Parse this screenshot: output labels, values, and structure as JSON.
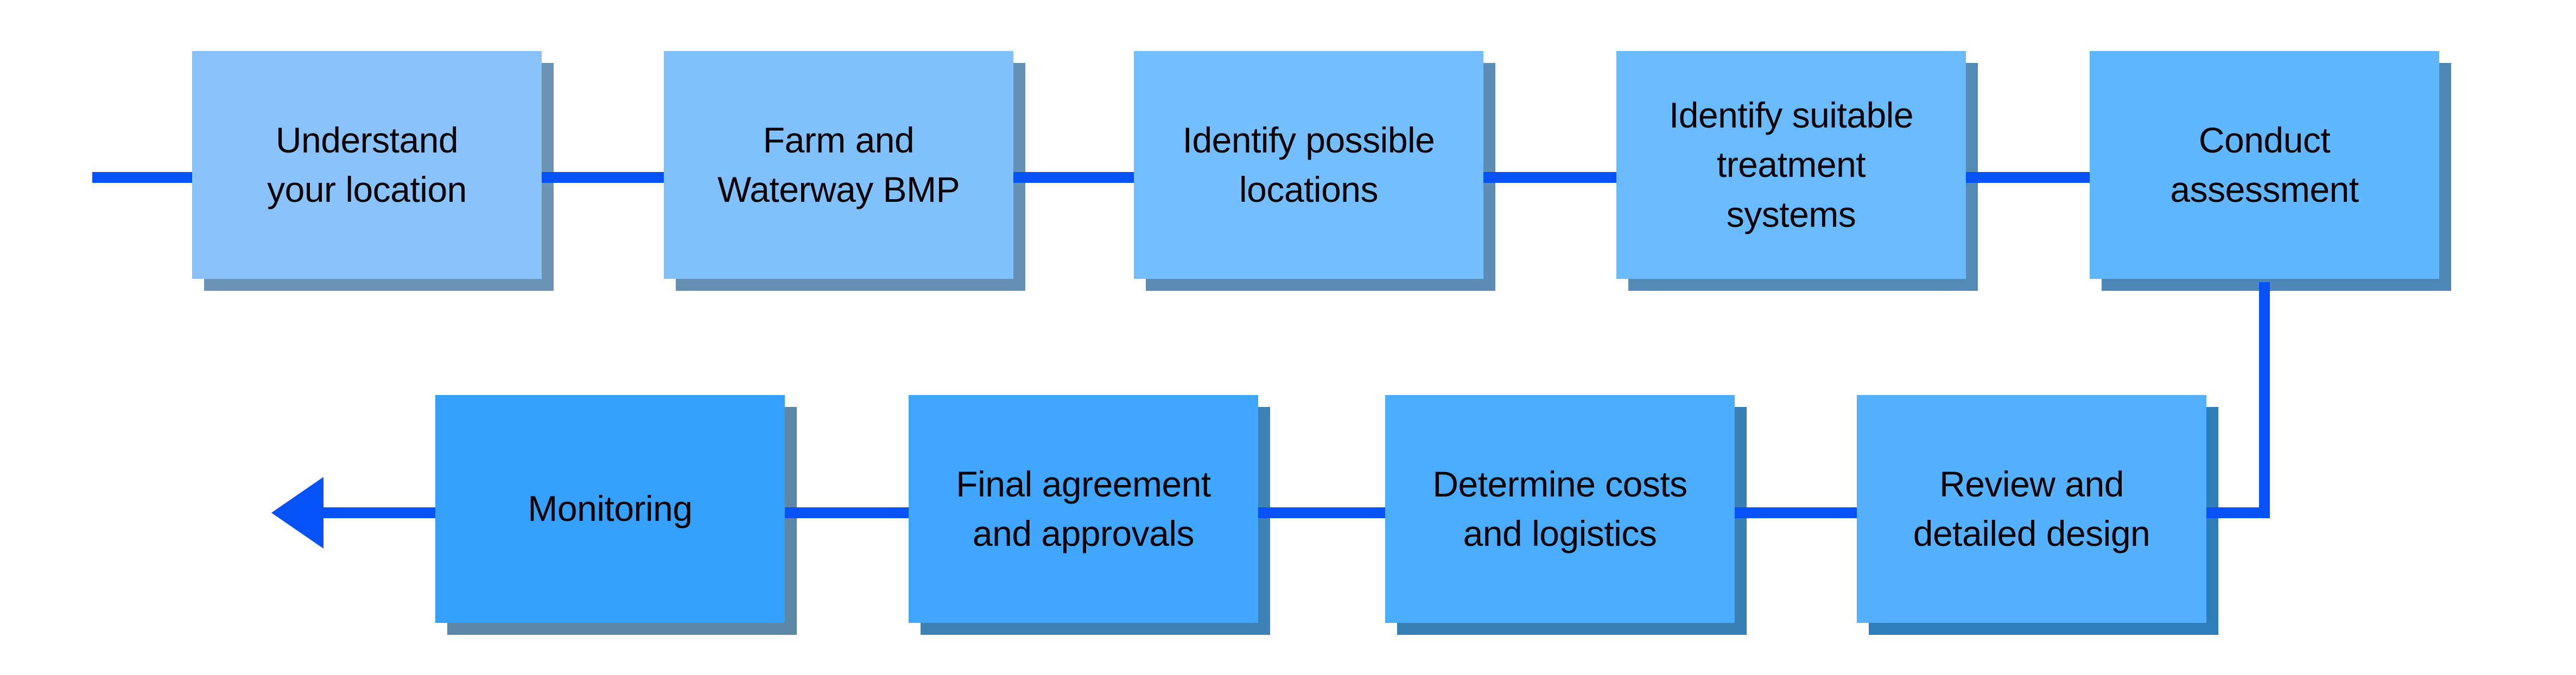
{
  "diagram": {
    "background": "#ffffff",
    "connector_color": "#0652f8",
    "text_color": "#000000",
    "end_arrow": "left-arrow"
  },
  "steps": [
    {
      "id": "understand-your-location",
      "label": "Understand\nyour location",
      "fill": "#8ac2fc",
      "shadow": "#6a93b6"
    },
    {
      "id": "farm-and-waterway-bmp",
      "label": "Farm and\nWaterway BMP",
      "fill": "#80c0fd",
      "shadow": "#6590b3"
    },
    {
      "id": "identify-possible-locations",
      "label": "Identify possible\nlocations",
      "fill": "#74bdfe",
      "shadow": "#5d8cb4"
    },
    {
      "id": "identify-suitable-treatment-systems",
      "label": "Identify suitable\ntreatment\nsystems",
      "fill": "#6ababf3",
      "shadow": "#548ab6"
    },
    {
      "id": "conduct-assessment",
      "label": "Conduct\nassessment",
      "fill": "#60b6ff",
      "shadow": "#4e86b5"
    },
    {
      "id": "review-and-detailed-design",
      "label": "Review and\ndetailed design",
      "fill": "#55b1ff",
      "shadow": "#2f7dba"
    },
    {
      "id": "determine-costs-and-logistics",
      "label": "Determine costs\nand logistics",
      "fill": "#4bacfe",
      "shadow": "#3680b6"
    },
    {
      "id": "final-agreement-and-approvals",
      "label": "Final agreement\nand approvals",
      "fill": "#40a6ff",
      "shadow": "#3c82b4"
    },
    {
      "id": "monitoring",
      "label": "Monitoring",
      "fill": "#35a0fe",
      "shadow": "#5b86a5"
    }
  ]
}
